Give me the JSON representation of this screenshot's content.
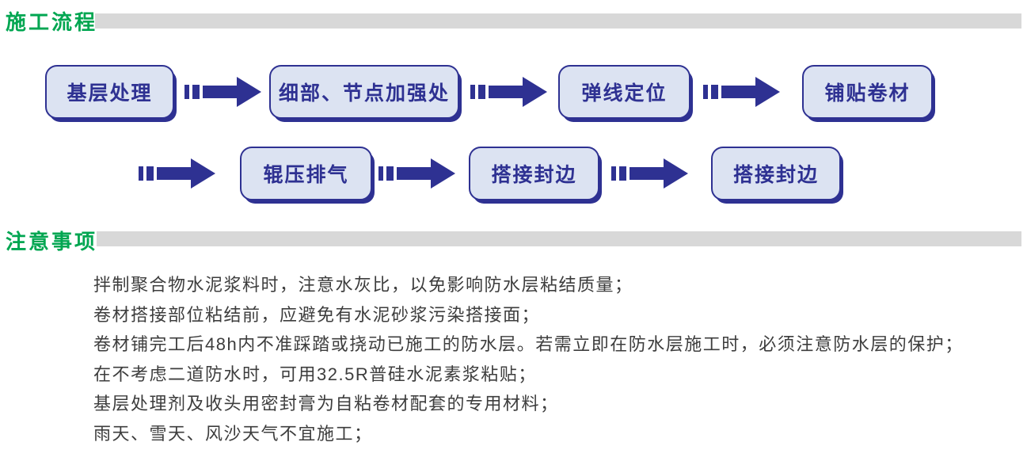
{
  "colors": {
    "green": "#00A651",
    "bar_gray": "#D8D8D8",
    "navy": "#2E3192",
    "box_fill": "#DCE3F2",
    "text_dark": "#3D3D3D",
    "page_bg": "#FFFFFF"
  },
  "icons": {
    "flow_arrow": "segmented-right-arrow"
  },
  "sections": {
    "process": {
      "title": "施工流程",
      "rows": [
        {
          "boxes": [
            "基层处理",
            "细部、节点加强处",
            "弹线定位",
            "铺贴卷材"
          ]
        },
        {
          "boxes": [
            "辊压排气",
            "搭接封边",
            "搭接封边"
          ]
        }
      ]
    },
    "notes": {
      "title": "注意事项",
      "items": [
        "拌制聚合物水泥浆料时，注意水灰比，以免影响防水层粘结质量；",
        "卷材搭接部位粘结前，应避免有水泥砂浆污染搭接面；",
        "卷材铺完工后48h内不准踩踏或挠动已施工的防水层。若需立即在防水层施工时，必须注意防水层的保护；",
        "在不考虑二道防水时，可用32.5R普硅水泥素浆粘贴；",
        "基层处理剂及收头用密封膏为自粘卷材配套的专用材料；",
        "雨天、雪天、风沙天气不宜施工；"
      ]
    }
  }
}
